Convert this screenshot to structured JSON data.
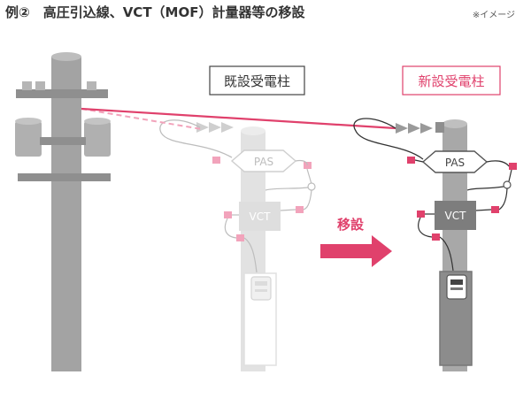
{
  "header": {
    "title": "例②　高圧引込線、VCT（MOF）計量器等の移設",
    "note": "※イメージ"
  },
  "existing_pole": {
    "label": "既設受電柱",
    "pas_label": "PAS",
    "vct_label": "VCT"
  },
  "new_pole": {
    "label": "新設受電柱",
    "pas_label": "PAS",
    "vct_label": "VCT"
  },
  "transfer": {
    "label": "移設"
  },
  "colors": {
    "accent": "#e0416c",
    "accent_light": "#f2a3bb",
    "pole_dark": "#a3a3a3",
    "pole_light": "#e2e2e2",
    "ghost": "#d6d6d6"
  }
}
